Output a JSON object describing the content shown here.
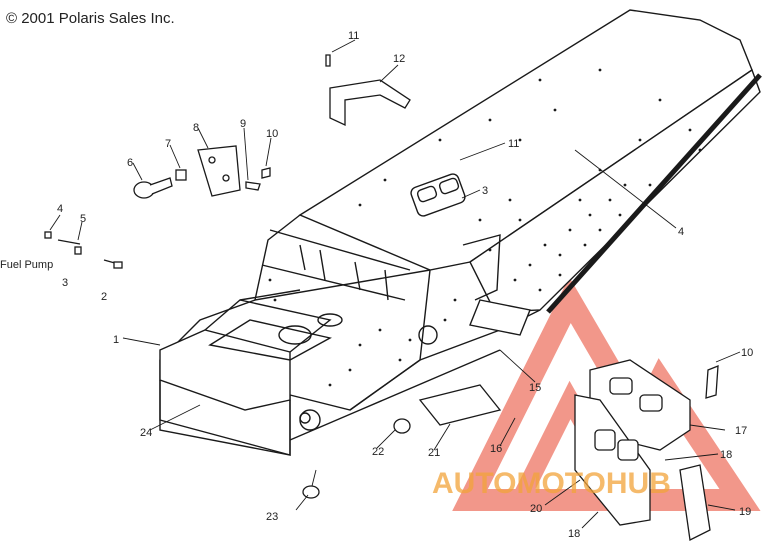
{
  "copyright": "© 2001 Polaris Sales Inc.",
  "callouts": {
    "c1": "1",
    "c2": "2",
    "c3a": "3",
    "c3b": "3",
    "c4a": "4",
    "c4b": "4",
    "c5": "5",
    "c6": "6",
    "c7": "7",
    "c8": "8",
    "c9": "9",
    "c10a": "10",
    "c10b": "10",
    "c11a": "11",
    "c11b": "11",
    "c12": "12",
    "c15": "15",
    "c16": "16",
    "c17": "17",
    "c18a": "18",
    "c18b": "18",
    "c19": "19",
    "c20": "20",
    "c21": "21",
    "c22": "22",
    "c23": "23",
    "c24": "24"
  },
  "fuel_pump_label": "Fuel Pump",
  "watermark": {
    "text": "AUTOMOTOHUB",
    "color": "#e8432b",
    "accent": "#f2a33a"
  },
  "colors": {
    "line": "#1a1a1a",
    "paper": "#ffffff"
  }
}
